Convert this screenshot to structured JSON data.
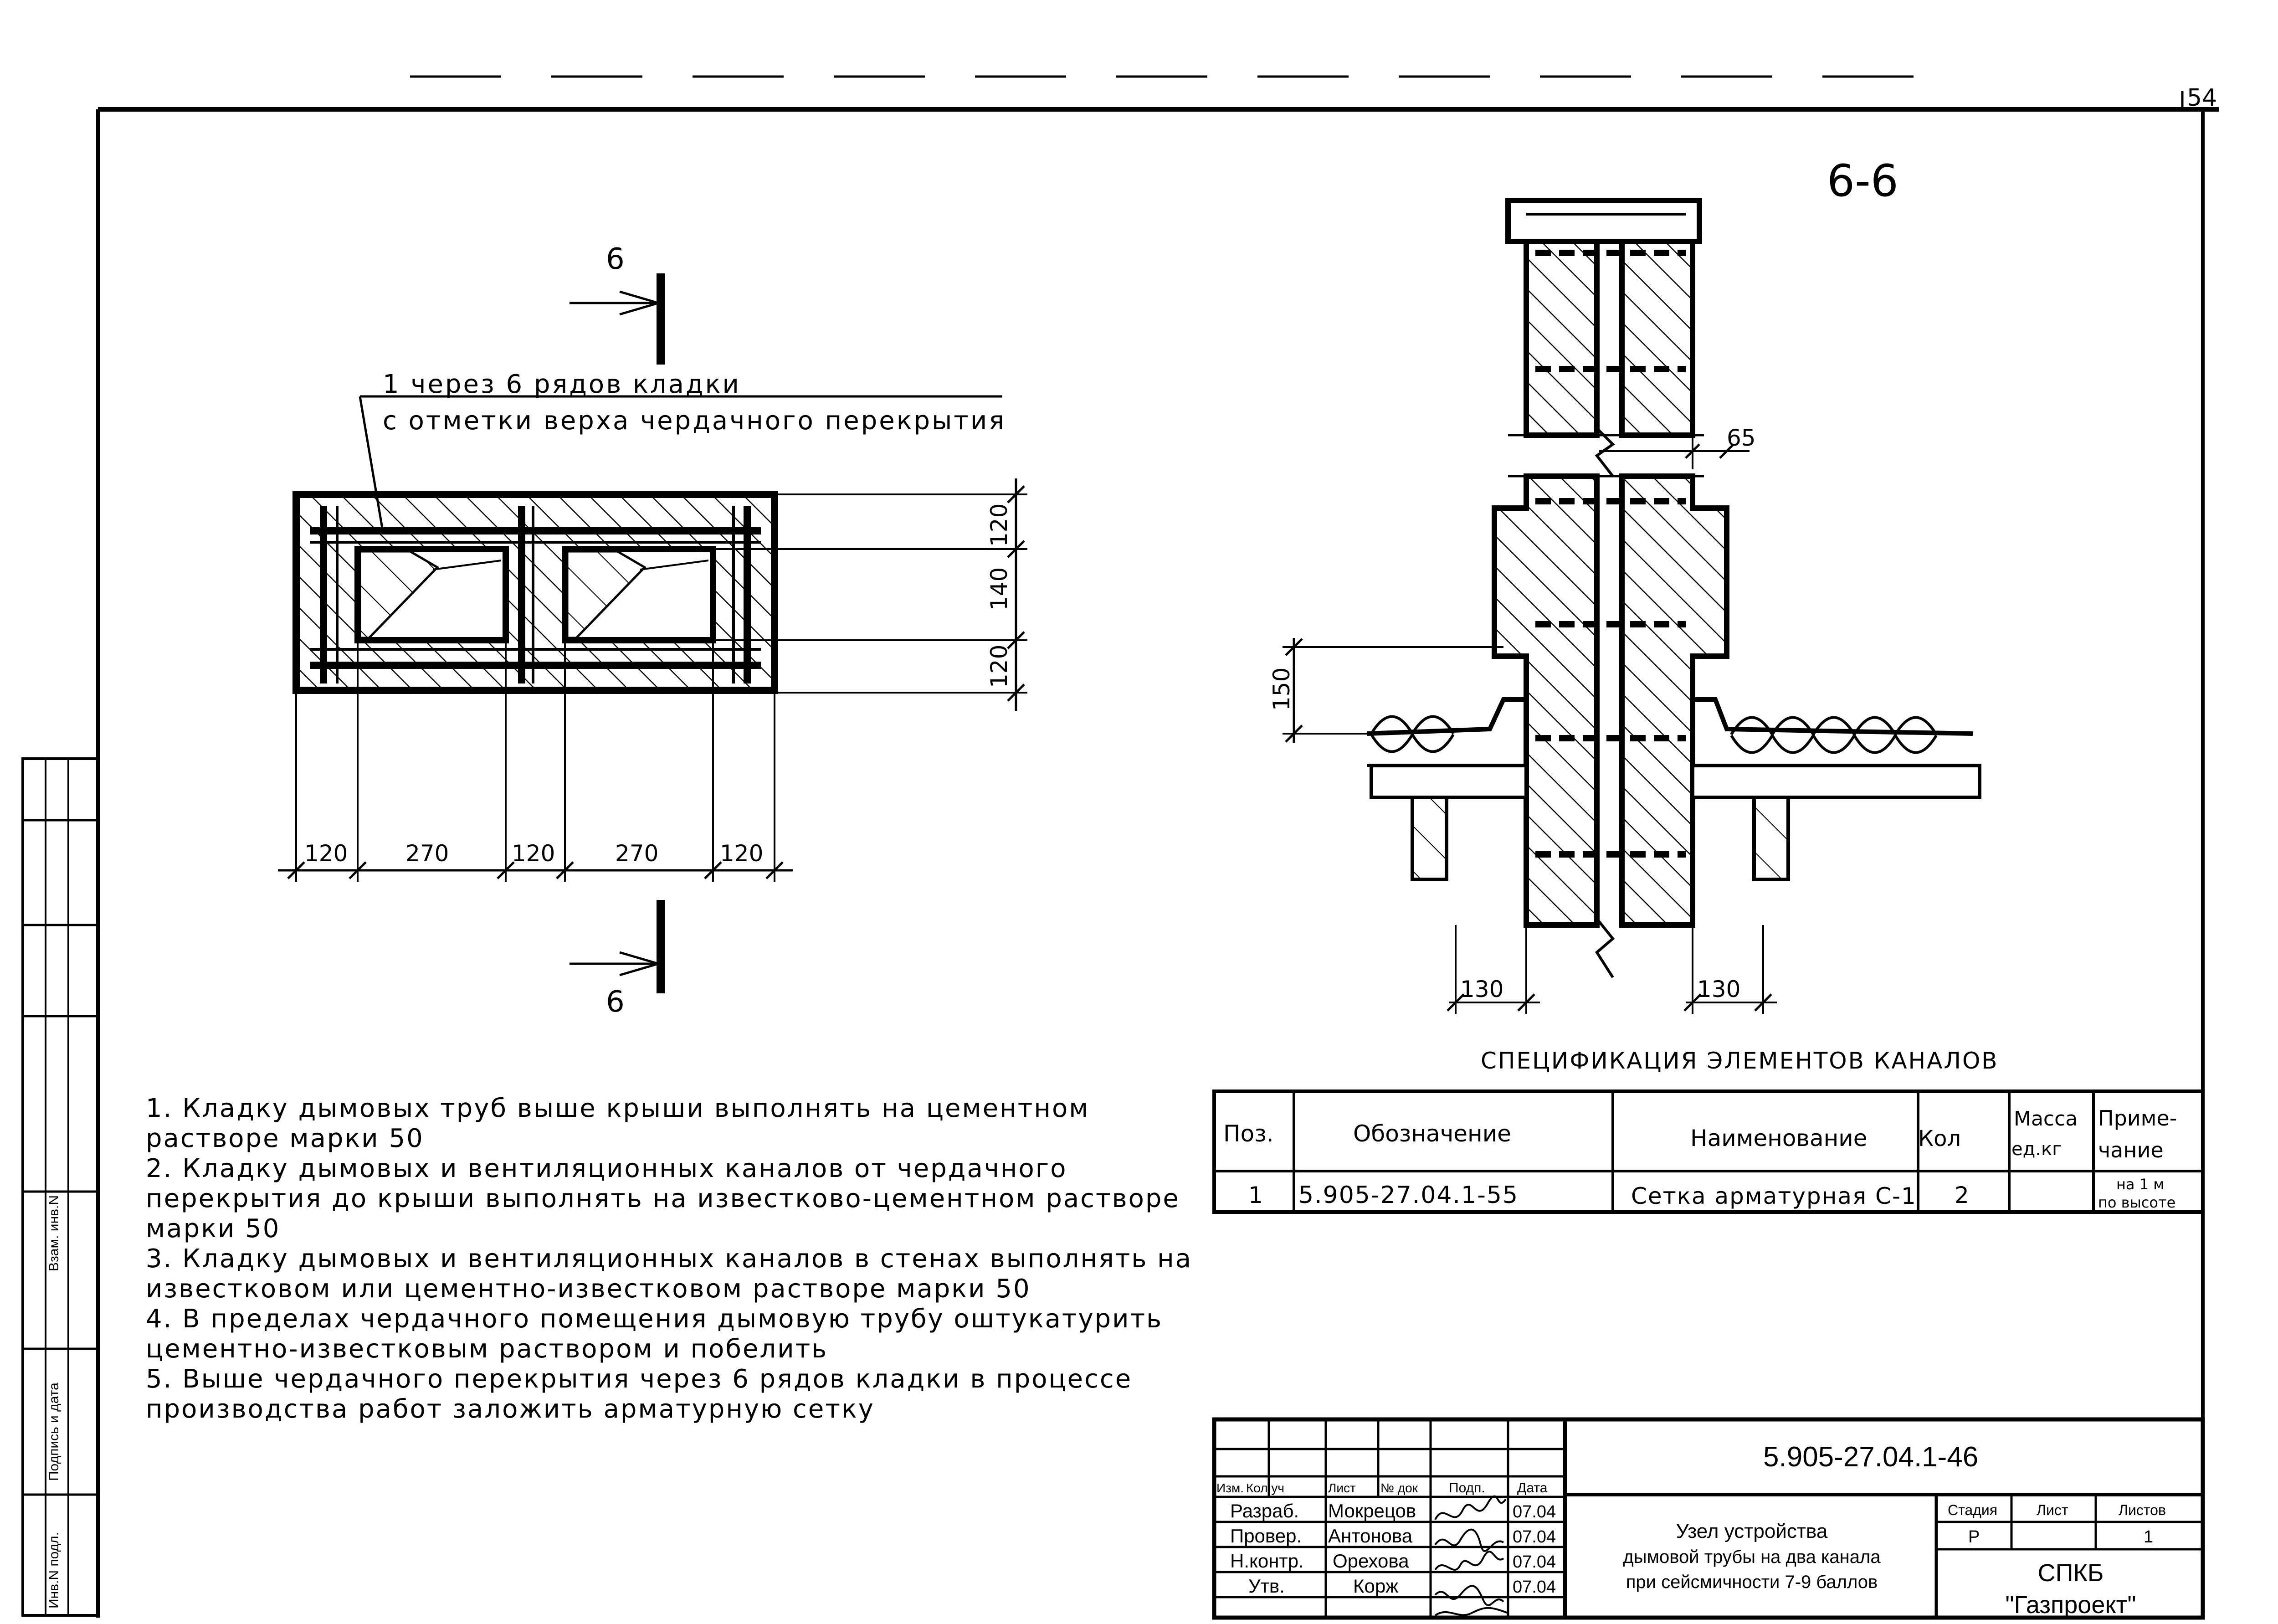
{
  "sheet_number": "54",
  "section": {
    "title": "6-6",
    "mark": "6",
    "note_line1": "1 через 6 рядов кладки",
    "note_line2": "с отметки верха чердачного перекрытия"
  },
  "plan_dims": {
    "h": [
      "120",
      "270",
      "120",
      "270",
      "120"
    ],
    "v": [
      "120",
      "140",
      "120"
    ]
  },
  "section_dims": {
    "offset": "65",
    "height": "150",
    "left": "130",
    "right": "130"
  },
  "notes": [
    "1. Кладку дымовых труб выше крыши выполнять на цементном растворе марки 50",
    "2. Кладку дымовых и вентиляционных каналов от чердачного перекрытия до крыши выполнять на известково-цементном растворе марки 50",
    "3. Кладку дымовых и вентиляционных каналов в стенах выполнять на известковом или цементно-известковом растворе марки 50",
    "4. В пределах чердачного помещения дымовую трубу оштукатурить цементно-известковым раствором и побелить",
    "5. Выше чердачного перекрытия через 6 рядов кладки в процессе производства работ заложить арматурную сетку"
  ],
  "spec": {
    "title": "СПЕЦИФИКАЦИЯ ЭЛЕМЕНТОВ КАНАЛОВ",
    "headers": {
      "pos": "Поз.",
      "designation": "Обозначение",
      "name": "Наименование",
      "qty": "Кол",
      "mass1": "Масса",
      "mass2": "ед.кг",
      "note1": "Приме-",
      "note2": "чание"
    },
    "row": {
      "pos": "1",
      "designation": "5.905-27.04.1-55",
      "name": "Сетка арматурная С-1",
      "qty": "2",
      "mass": "",
      "note1": "на 1 м",
      "note2": "по высоте"
    }
  },
  "title_block": {
    "doc_code": "5.905-27.04.1-46",
    "col_headers": [
      "Изм.",
      "Кол.уч",
      "Лист",
      "№ док",
      "Подп.",
      "Дата"
    ],
    "rows": [
      {
        "role": "Разраб.",
        "name": "Мокрецов",
        "date": "07.04"
      },
      {
        "role": "Провер.",
        "name": "Антонова",
        "date": "07.04"
      },
      {
        "role": "Н.контр.",
        "name": "Орехова",
        "date": "07.04"
      },
      {
        "role": "Утв.",
        "name": "Корж",
        "date": "07.04"
      }
    ],
    "title_lines": [
      "Узел устройства",
      "дымовой трубы на два канала",
      "при сейсмичности 7-9 баллов"
    ],
    "stage_label": "Стадия",
    "sheet_label": "Лист",
    "sheets_label": "Листов",
    "stage": "Р",
    "sheets": "1",
    "org_line1": "СПКБ",
    "org_line2": "\"Газпроект\""
  },
  "side_stamp": [
    "Взам. инв.N",
    "Подпись и дата",
    "Инв.N подл."
  ]
}
